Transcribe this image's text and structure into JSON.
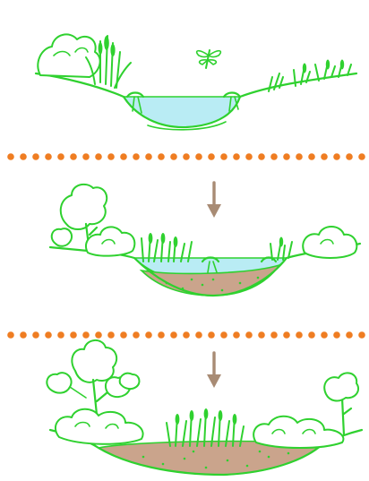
{
  "diagram": {
    "stages": [
      {
        "id": "open-pond",
        "depicts": [
          "shrub",
          "reeds",
          "dragonfly",
          "open-water",
          "floating-plants"
        ]
      },
      {
        "id": "shallowing-pond",
        "depicts": [
          "tree",
          "shrubs",
          "reeds",
          "shallow-water",
          "sediment"
        ]
      },
      {
        "id": "filled-in-land",
        "depicts": [
          "trees",
          "shrubs",
          "reeds",
          "sediment"
        ]
      }
    ],
    "transitions": [
      {
        "from": "open-pond",
        "to": "shallowing-pond",
        "icon": "down-arrow-icon"
      },
      {
        "from": "shallowing-pond",
        "to": "filled-in-land",
        "icon": "down-arrow-icon"
      }
    ],
    "colors": {
      "outline": "#2fd12f",
      "water": "#b9ecf4",
      "sediment": "#caa48c",
      "separator_dots": "#ef7d22",
      "arrow": "#a88b74",
      "background": "#ffffff"
    },
    "separator_style": "dotted-line"
  }
}
